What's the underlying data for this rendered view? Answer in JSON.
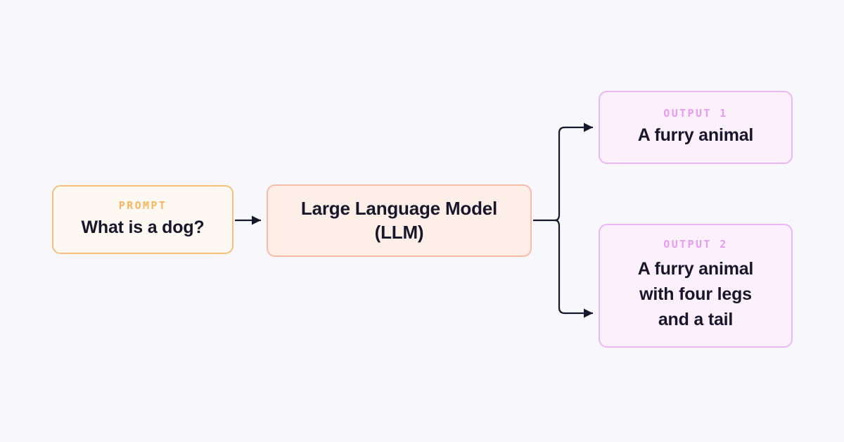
{
  "diagram": {
    "background_color": "#f8f8fc",
    "nodes": {
      "prompt": {
        "label": "PROMPT",
        "label_color": "#f7b65f",
        "text": "What is a dog?",
        "fill_color": "#fdf8f1",
        "border_color": "#f7c07a"
      },
      "llm": {
        "line1": "Large Language Model",
        "line2": "(LLM)",
        "fill_color": "#fdefe8",
        "border_color": "#f6bcaa"
      },
      "output_1": {
        "label": "OUTPUT 1",
        "label_color": "#e79bf2",
        "text": "A furry animal",
        "fill_color": "#fdf0fd",
        "border_color": "#edb6f4"
      },
      "output_2": {
        "label": "OUTPUT 2",
        "label_color": "#e79bf2",
        "line1": "A furry animal",
        "line2": "with four legs",
        "line3": "and a tail",
        "fill_color": "#fdf0fd",
        "border_color": "#edb6f4"
      }
    },
    "connectors": {
      "stroke_color": "#17172b",
      "prompt_to_llm": "arrow",
      "llm_to_output_1": "branch-arrow",
      "llm_to_output_2": "branch-arrow"
    }
  }
}
